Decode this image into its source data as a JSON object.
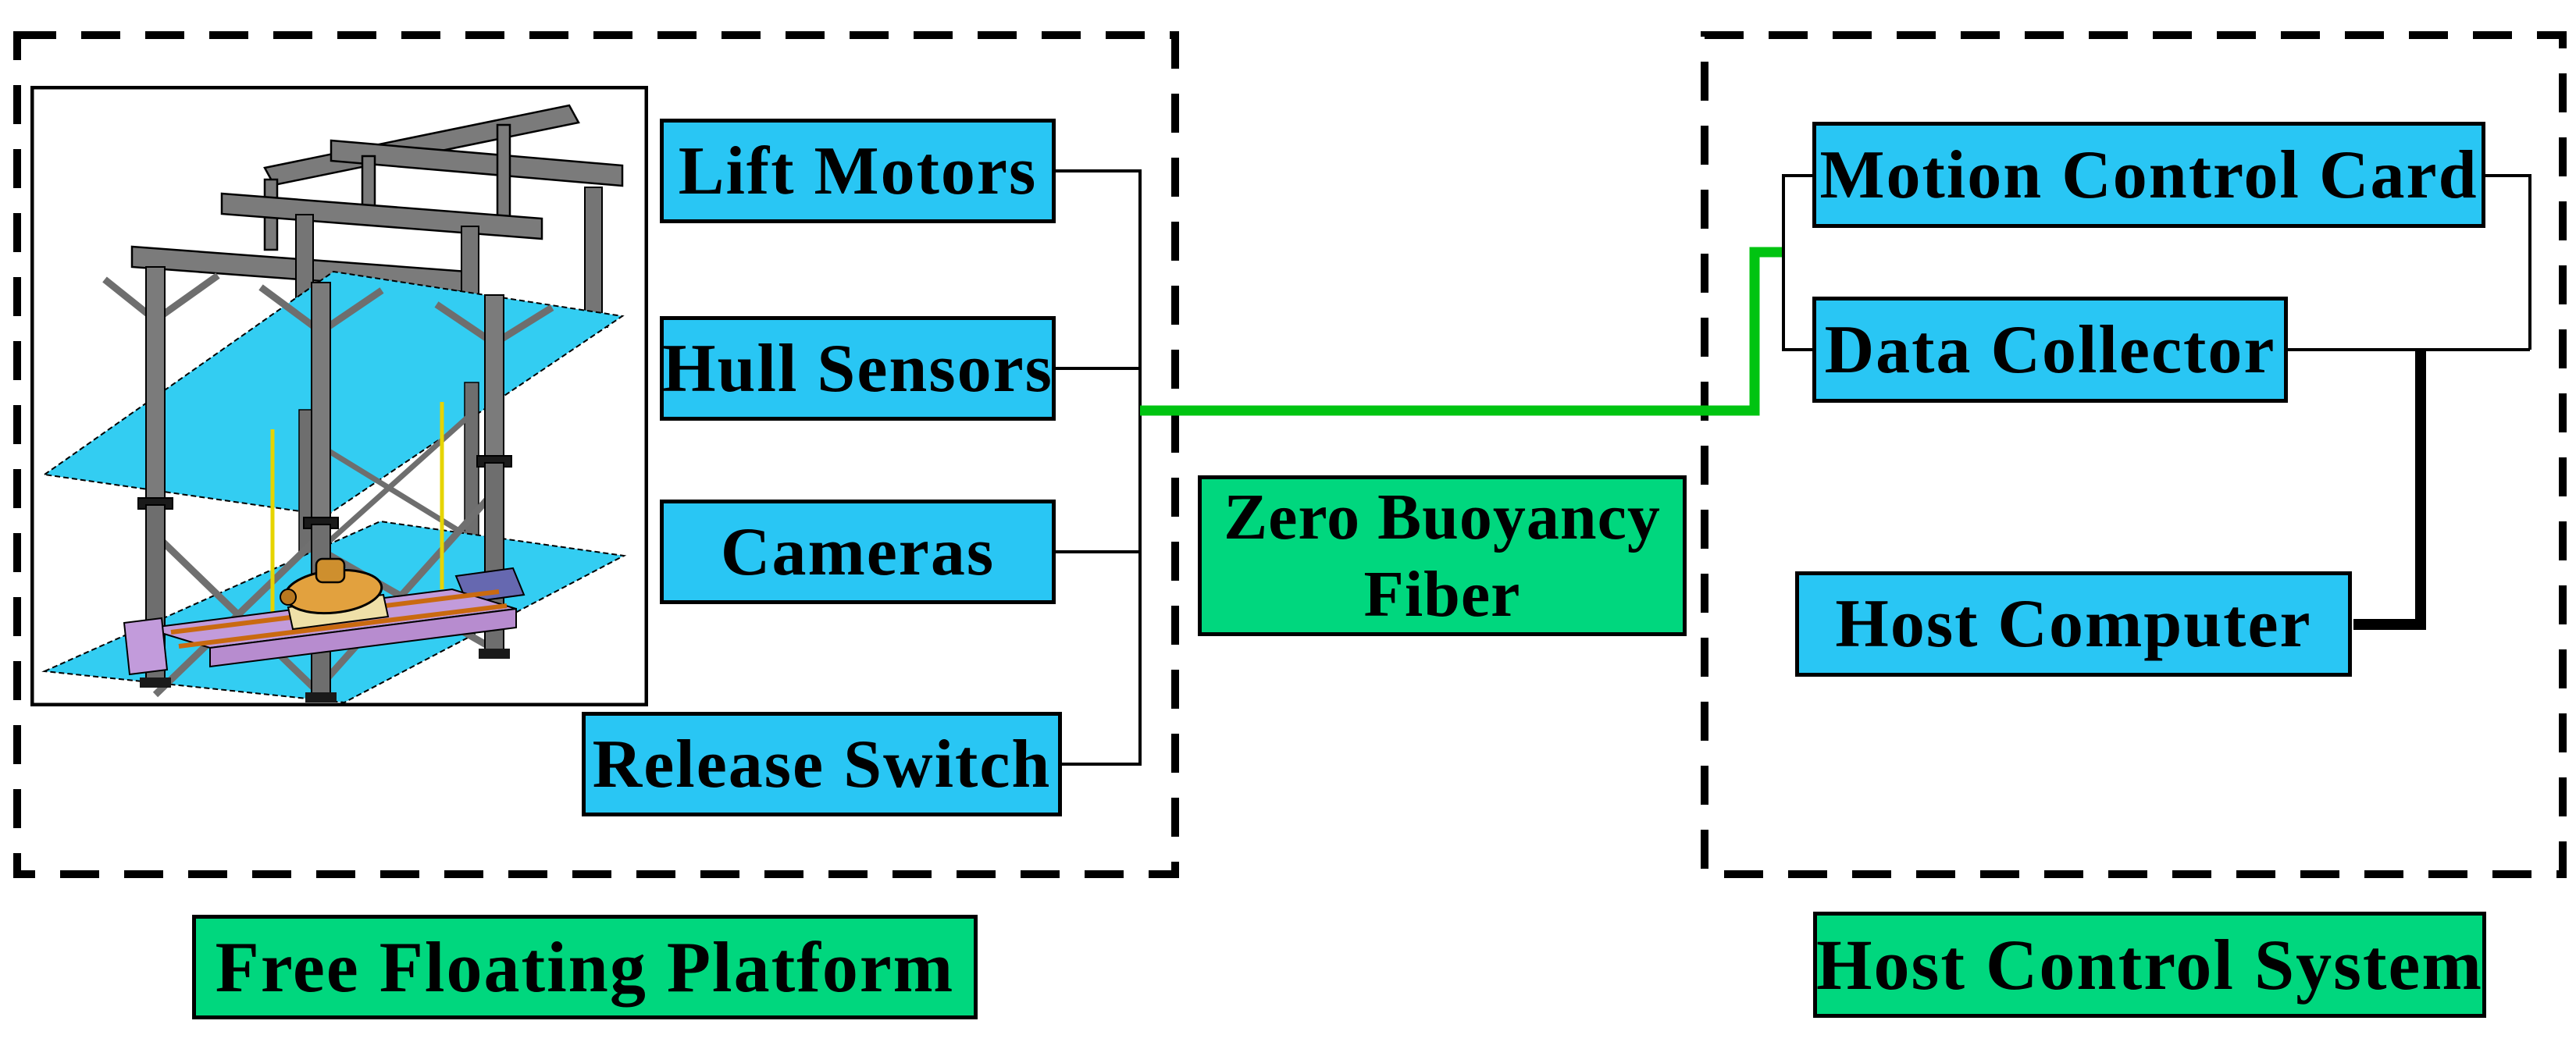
{
  "figure": {
    "type": "system-architecture-diagram",
    "left_group": {
      "label": "Free Floating Platform",
      "nodes": [
        {
          "id": "lift-motors",
          "label": "Lift Motors"
        },
        {
          "id": "hull-sensors",
          "label": "Hull Sensors"
        },
        {
          "id": "cameras",
          "label": "Cameras"
        },
        {
          "id": "release-switch",
          "label": "Release Switch"
        }
      ]
    },
    "link": {
      "label": "Zero Buoyancy Fiber",
      "line1": "Zero Buoyancy",
      "line2": "Fiber"
    },
    "right_group": {
      "label": "Host Control System",
      "nodes": [
        {
          "id": "motion-control-card",
          "label": "Motion Control Card"
        },
        {
          "id": "data-collector",
          "label": "Data Collector"
        },
        {
          "id": "host-computer",
          "label": "Host Computer"
        }
      ]
    },
    "illustration": {
      "alt": "3D rendering of a two-level steel gantry platform with two cyan water planes, purple cradle frame and a docked submersible"
    }
  },
  "colors": {
    "node_fill": "#29C6F4",
    "green_fill": "#00D77E",
    "wire_green": "#00C411",
    "wire_black": "#000000",
    "plane_cyan": "#33CDF2",
    "steel_gray": "#7B7B7B",
    "cradle_purple": "#C29BDB",
    "sub_orange": "#E2A13E"
  }
}
